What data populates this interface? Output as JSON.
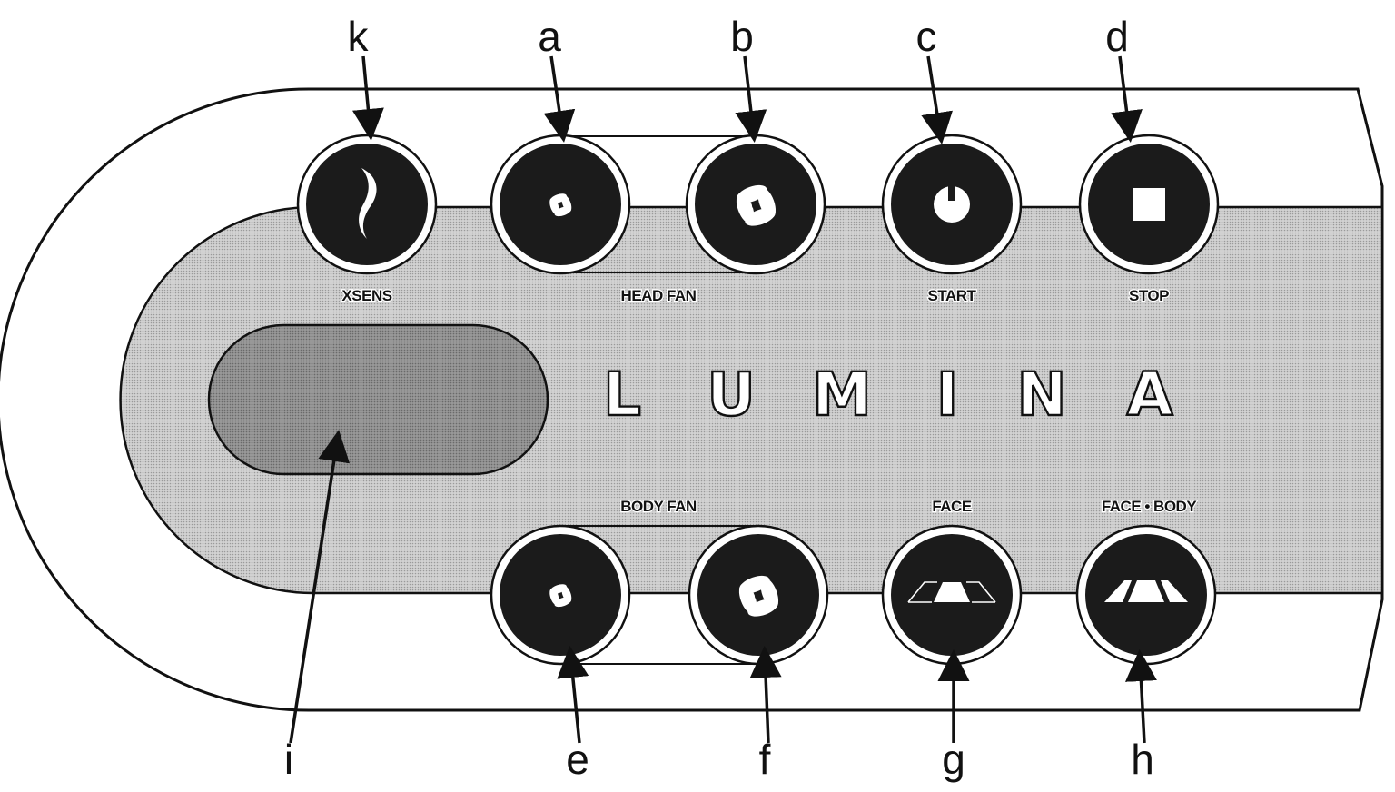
{
  "colors": {
    "ink": "#111111",
    "panel": "#ffffff",
    "tray": "#c8c8c8",
    "display": "#8f8f8f",
    "button": "#1b1b1b",
    "button_ring": "#ffffff"
  },
  "panel": {
    "brand_letters": [
      "L",
      "U",
      "M",
      "I",
      "N",
      "A"
    ],
    "labels": {
      "xsens": "XSENS",
      "head_fan": "HEAD FAN",
      "start": "START",
      "stop": "STOP",
      "body_fan": "BODY FAN",
      "face": "FACE",
      "face_body": "FACE • BODY"
    }
  },
  "callouts": {
    "k": "k",
    "a": "a",
    "b": "b",
    "c": "c",
    "d": "d",
    "e": "e",
    "f": "f",
    "g": "g",
    "h": "h",
    "i": "i"
  },
  "buttons": [
    {
      "id": "xsens",
      "icon": "wave-icon",
      "callout": "k"
    },
    {
      "id": "head-fan-low",
      "icon": "fan-small-icon",
      "callout": "a"
    },
    {
      "id": "head-fan-high",
      "icon": "fan-large-icon",
      "callout": "b"
    },
    {
      "id": "start",
      "icon": "power-icon",
      "callout": "c"
    },
    {
      "id": "stop",
      "icon": "stop-square-icon",
      "callout": "d"
    },
    {
      "id": "body-fan-low",
      "icon": "fan-small-icon",
      "callout": "e"
    },
    {
      "id": "body-fan-high",
      "icon": "fan-large-icon",
      "callout": "f"
    },
    {
      "id": "face",
      "icon": "face-tanner-icon",
      "callout": "g"
    },
    {
      "id": "face-body",
      "icon": "face-body-tanner-icon",
      "callout": "h"
    }
  ]
}
